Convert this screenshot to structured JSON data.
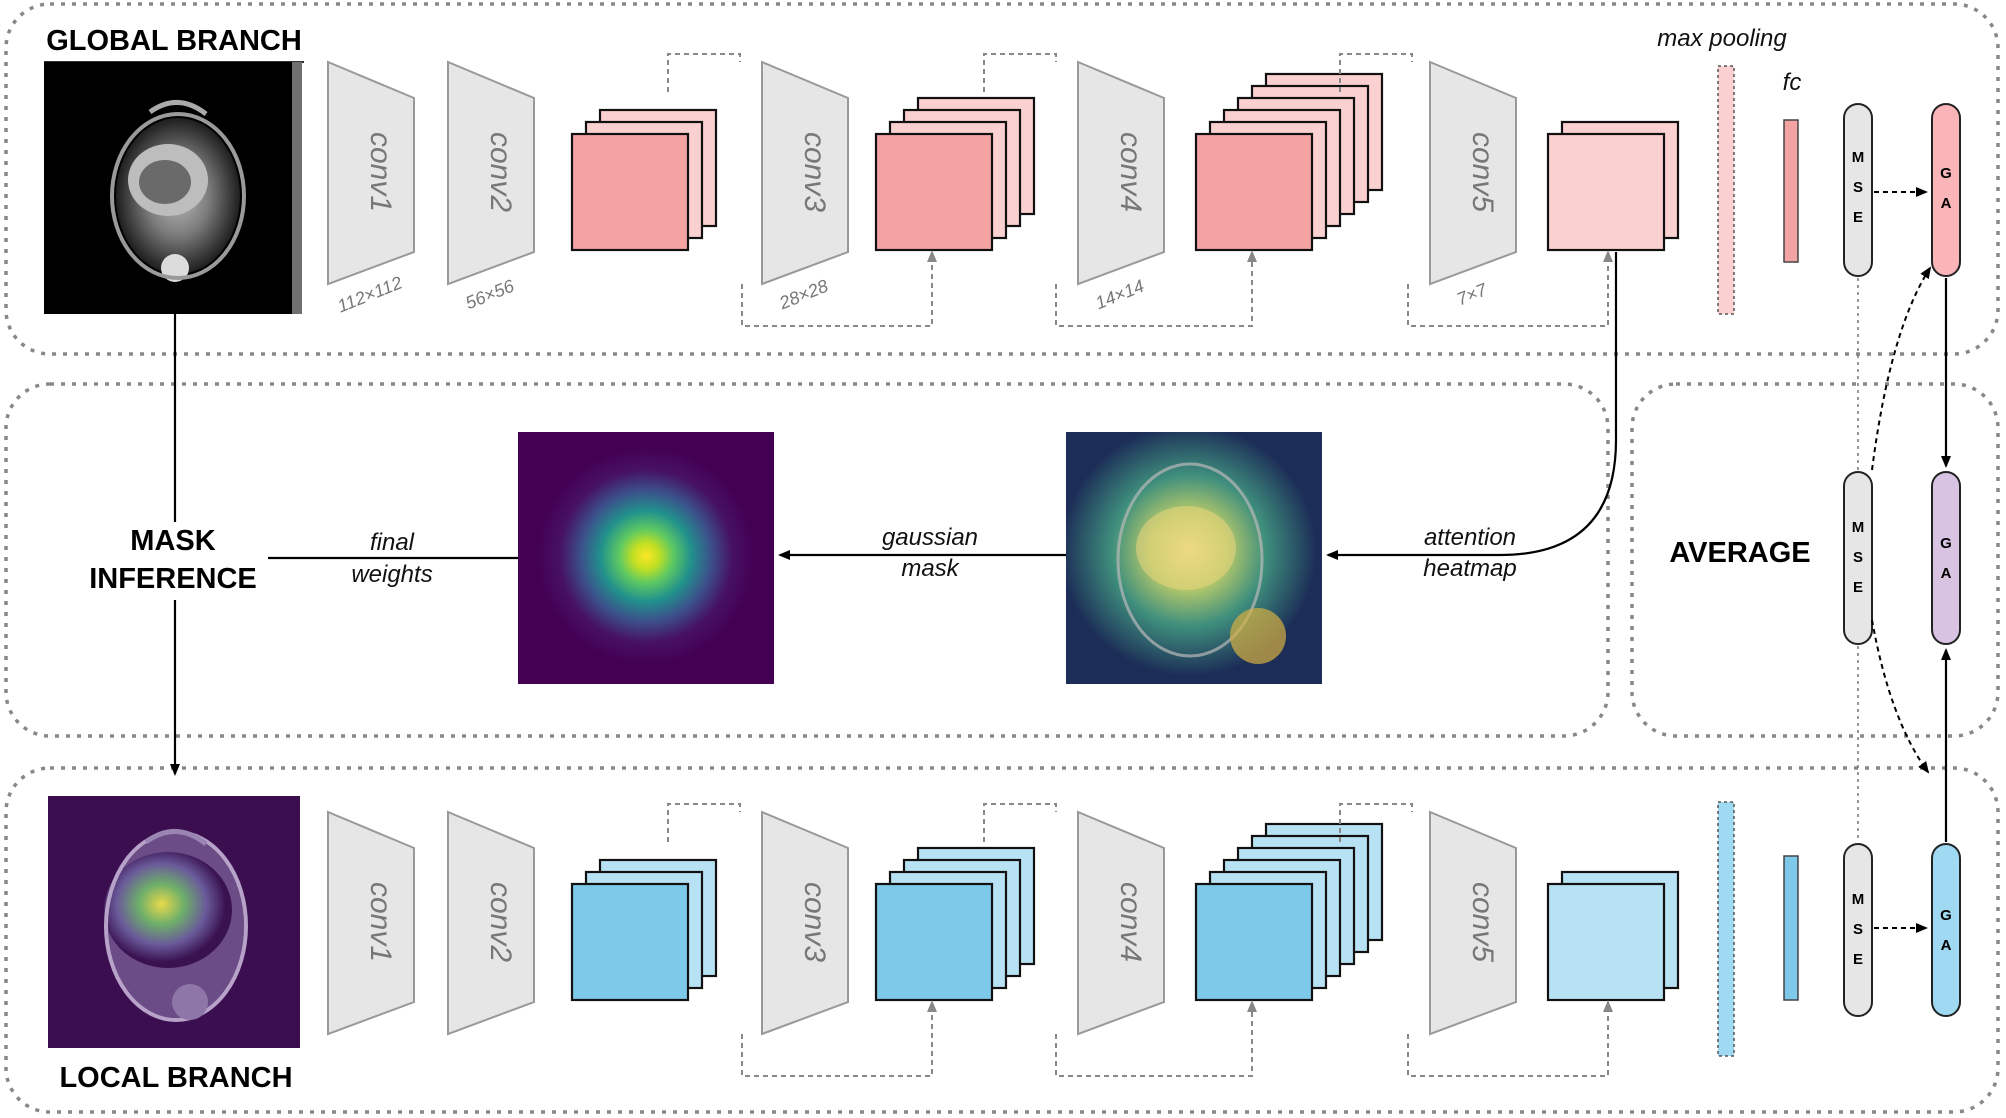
{
  "labels": {
    "global_branch": "GLOBAL BRANCH",
    "local_branch": "LOCAL BRANCH",
    "mask_inference_1": "MASK",
    "mask_inference_2": "INFERENCE",
    "average": "AVERAGE",
    "max_pooling": "max pooling",
    "fc": "fc",
    "final_weights_1": "final",
    "final_weights_2": "weights",
    "gaussian_mask_1": "gaussian",
    "gaussian_mask_2": "mask",
    "attention_heatmap_1": "attention",
    "attention_heatmap_2": "heatmap"
  },
  "conv_layers": [
    "conv1",
    "conv2",
    "conv3",
    "conv4",
    "conv5"
  ],
  "feature_sizes": [
    "112×112",
    "56×56",
    "28×28",
    "14×14",
    "7×7"
  ],
  "node_labels": {
    "mse": [
      "M",
      "S",
      "E"
    ],
    "ga": [
      "G",
      "A"
    ]
  },
  "colors": {
    "global_feature": "#f4a3a3",
    "global_feature_light": "#fbd0d0",
    "local_feature": "#7ec8ea",
    "local_feature_light": "#b8e1f4",
    "conv_fill": "#e6e6e6",
    "ga_global": "#f9b5b8",
    "ga_average": "#d8c3e3",
    "ga_local": "#9fd9f2",
    "mse_fill": "#e6e6e6",
    "viridis_dark": "#440154",
    "viridis_bright": "#fde725"
  }
}
